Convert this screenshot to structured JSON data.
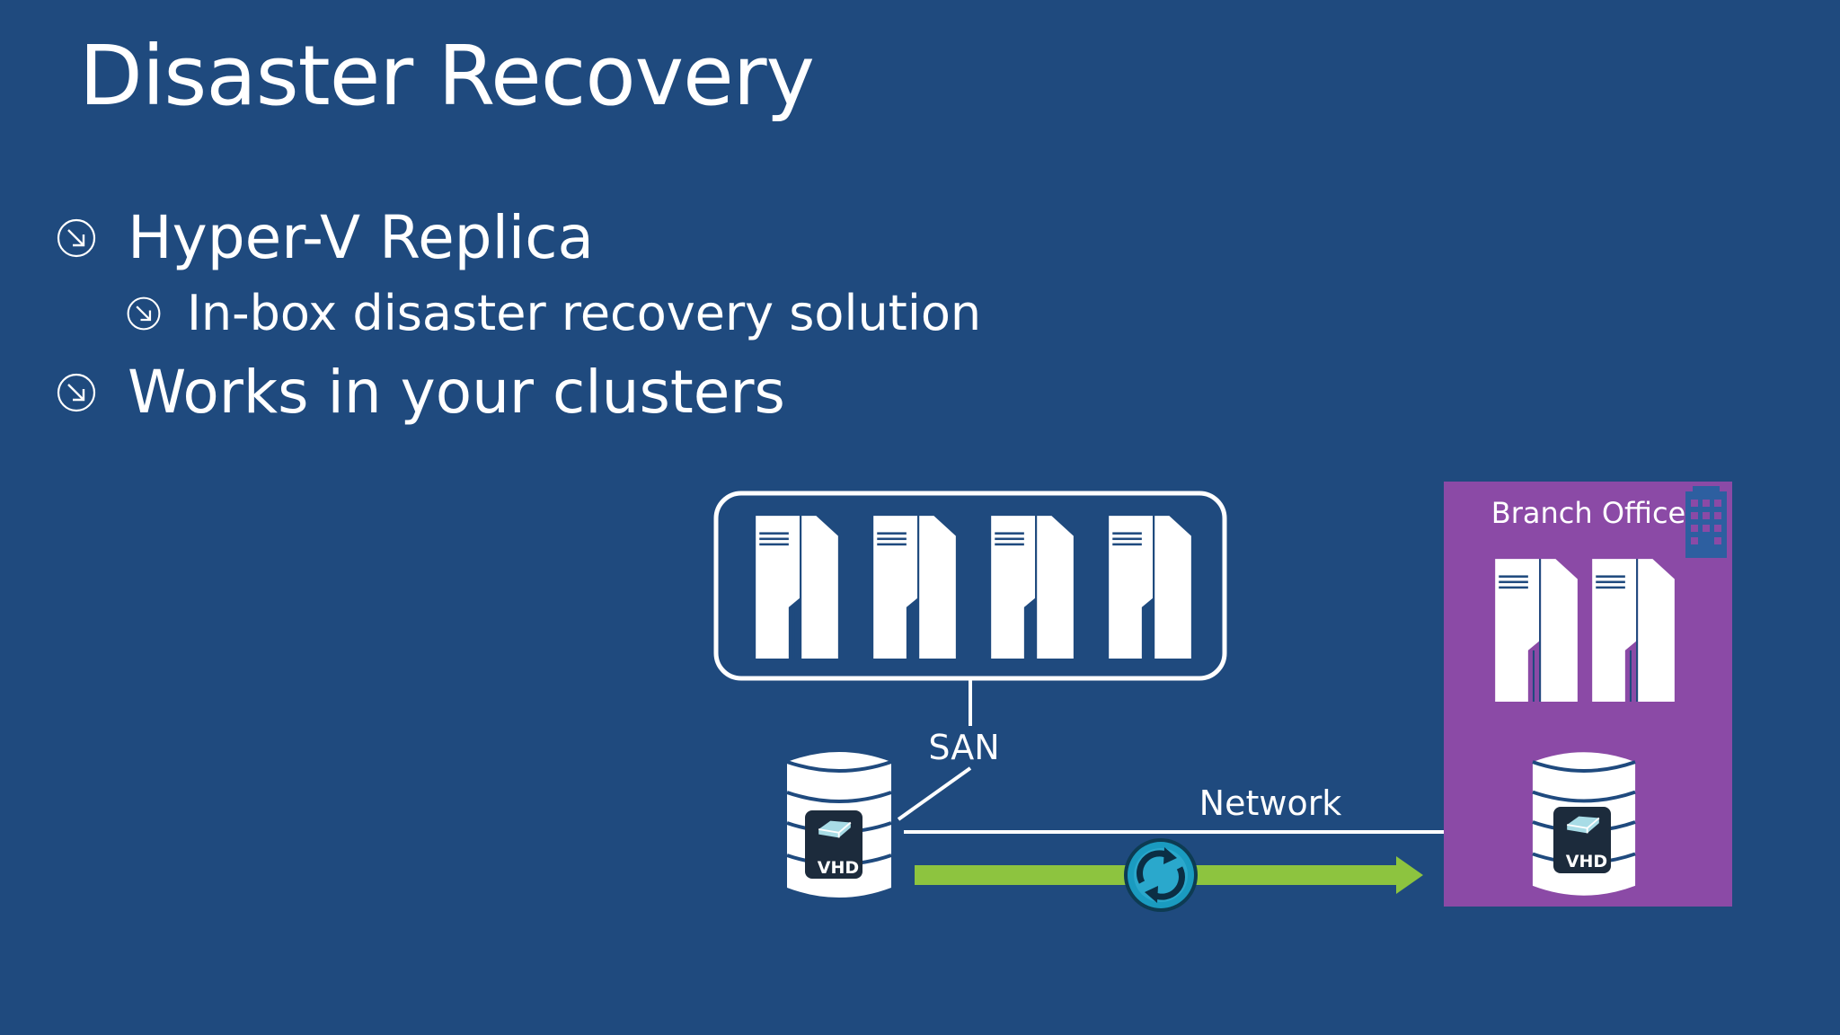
{
  "slide": {
    "title": "Disaster Recovery",
    "bullets": [
      {
        "text": "Hyper-V Replica",
        "level": 1
      },
      {
        "text": "In-box disaster recovery solution",
        "level": 2
      },
      {
        "text": "Works in your clusters",
        "level": 1
      }
    ]
  },
  "diagram": {
    "san_label": "SAN",
    "network_label": "Network",
    "branch_office_label": "Branch Office",
    "local_vhd_label": "VHD",
    "remote_vhd_label": "VHD",
    "icons": {
      "bullet": "circled-arrow-down-right-icon",
      "server": "server-tower-icon",
      "storage": "database-cylinder-icon",
      "disk": "disk-icon",
      "replication": "sync-arrows-icon",
      "building": "office-building-icon"
    }
  },
  "colors": {
    "background": "#1f4a7e",
    "branch_office": "#8b4aa6",
    "replication_arrow": "#8dc43f",
    "replication_orb": "#1a9bc0",
    "building_icon": "#2d5fa0"
  }
}
